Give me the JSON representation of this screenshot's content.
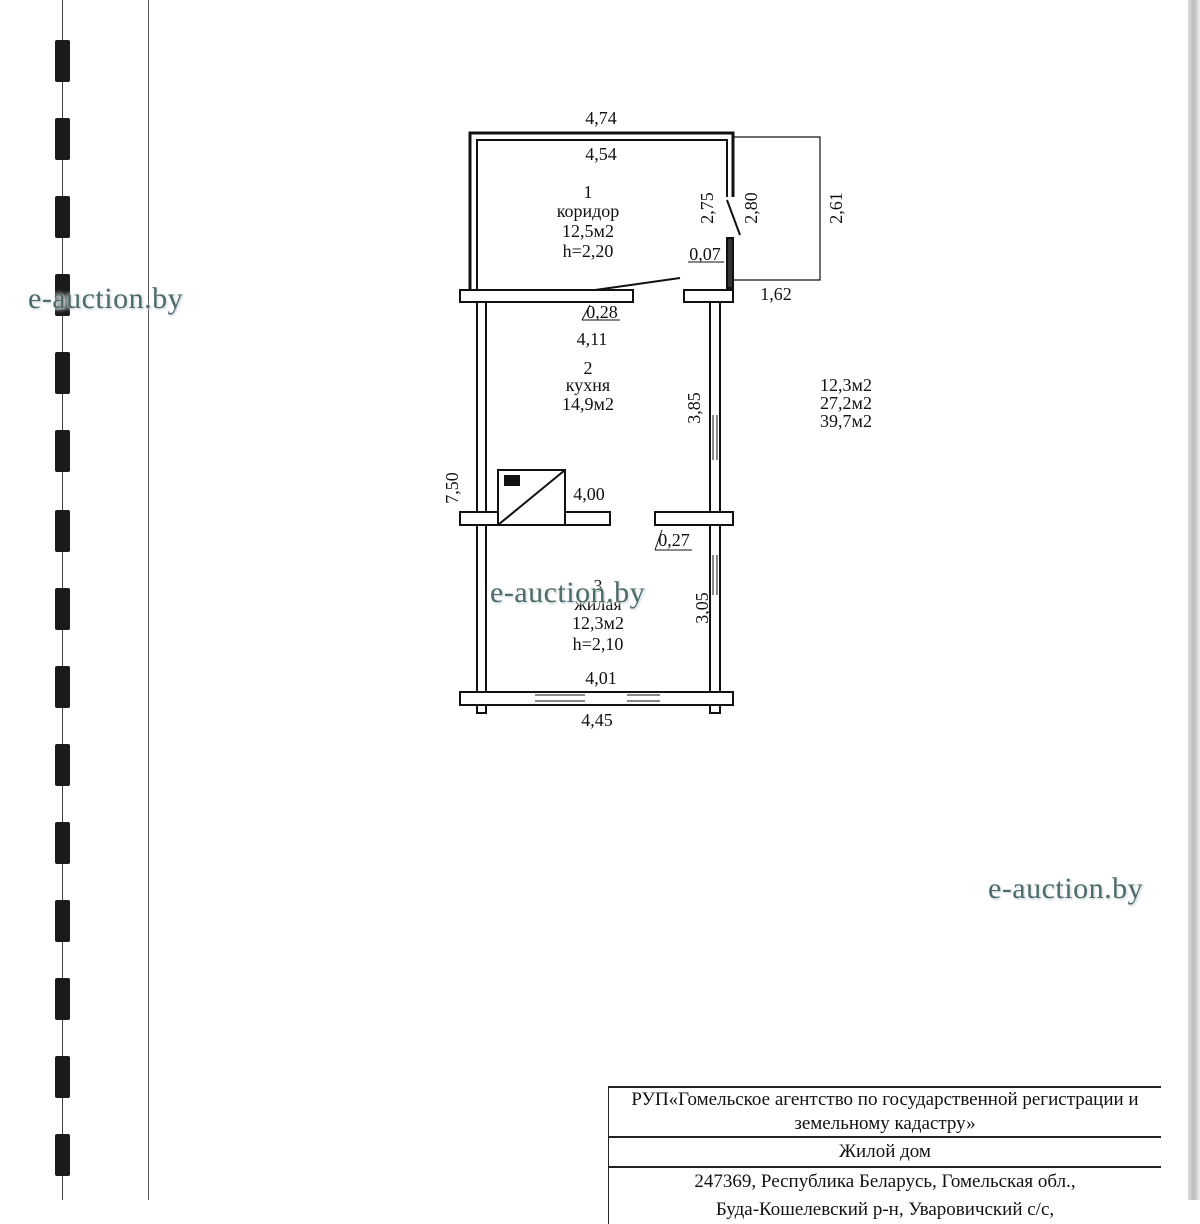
{
  "plan": {
    "outer_width_top": "4,74",
    "rooms": [
      {
        "number": "1",
        "name": "коридор",
        "area": "12,5м2",
        "height": "h=2,20"
      },
      {
        "number": "2",
        "name": "кухня",
        "area": "14,9м2"
      },
      {
        "number": "3",
        "name": "жилая",
        "area": "12,3м2",
        "height": "h=2,10"
      }
    ],
    "dimensions": {
      "corridor_inner_width": "4,54",
      "corridor_wall_right": "2,75",
      "door_opening": "2,80",
      "porch_height": "2,61",
      "porch_width": "1,62",
      "corridor_wall_thickness": "0,07",
      "wall_thickness_1": "0,28",
      "kitchen_width": "4,11",
      "kitchen_length": "3,85",
      "total_length": "7,50",
      "stove_dim": "4,00",
      "wall_thickness_2": "0,27",
      "living_length": "3,05",
      "living_width_inner": "4,01",
      "living_width_outer": "4,45"
    },
    "summary_areas": [
      "12,3м2",
      "27,2м2",
      "39,7м2"
    ]
  },
  "watermark": "e-auction.by",
  "title_block": {
    "organization": "РУП«Гомельское агентство по государственной регистрации и земельному кадастру»",
    "object": "Жилой дом",
    "address_line1": "247369, Республика Беларусь,  Гомельская обл.,",
    "address_line2": "Буда-Кошелевский р-н, Уваровичский с/с,"
  }
}
